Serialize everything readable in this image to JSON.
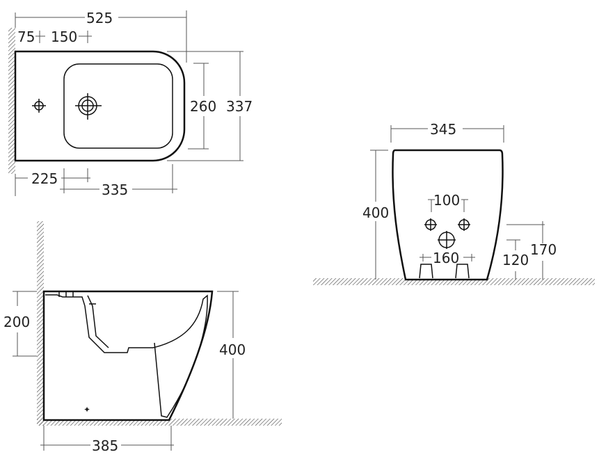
{
  "top_view": {
    "overall_length": "525",
    "wall_to_tap": "75",
    "tap_to_drain": "150",
    "bowl_width": "260",
    "overall_width": "337",
    "wall_to_bowl": "225",
    "bowl_length": "335"
  },
  "side_view": {
    "wall_inlet_height": "200",
    "height": "400",
    "depth": "385"
  },
  "front_view": {
    "width": "345",
    "height": "400",
    "inlet_spacing": "100",
    "fixing_spacing": "160",
    "drain_height": "120",
    "inlet_height": "170"
  },
  "colors": {
    "line": "#111111",
    "dimension": "#555555"
  }
}
